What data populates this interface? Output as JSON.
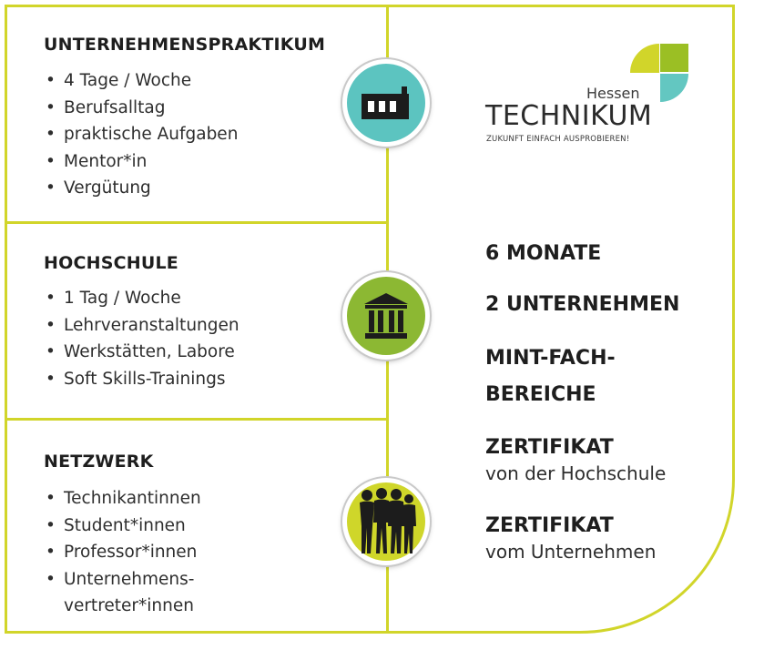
{
  "sections": [
    {
      "title": "UNTERNEHMENSPRAKTIKUM",
      "items": [
        "4 Tage / Woche",
        "Berufsalltag",
        "praktische Aufgaben",
        "Mentor*in",
        "Vergütung"
      ],
      "icon": "factory-icon"
    },
    {
      "title": "HOCHSCHULE",
      "items": [
        "1 Tag / Woche",
        "Lehrveranstaltungen",
        "Werkstätten, Labore",
        "Soft Skills-Trainings"
      ],
      "icon": "university-building-icon"
    },
    {
      "title": "NETZWERK",
      "items": [
        "Technikantinnen",
        "Student*innen",
        "Professor*innen",
        "Unternehmens-",
        "vertreter*innen"
      ],
      "icon": "people-group-icon"
    }
  ],
  "logo": {
    "region": "Hessen",
    "name": "TECHNIKUM",
    "tagline": "ZUKUNFT EINFACH AUSPROBIEREN!"
  },
  "facts": [
    {
      "bold": "6 MONATE"
    },
    {
      "bold": "2 UNTERNEHMEN"
    },
    {
      "bold": "MINT-FACH-"
    },
    {
      "bold": "BEREICHE"
    },
    {
      "bold": "ZERTIFIKAT",
      "sub": "von der Hochschule"
    },
    {
      "bold": "ZERTIFIKAT",
      "sub": "vom Unternehmen"
    }
  ],
  "colors": {
    "border_lime": "#d1d52a",
    "circle_teal": "#5cc4c0",
    "circle_green": "#8cb833",
    "circle_lime": "#cfd62a",
    "logo_green": "#9bbf24",
    "logo_teal": "#63c7c1"
  }
}
